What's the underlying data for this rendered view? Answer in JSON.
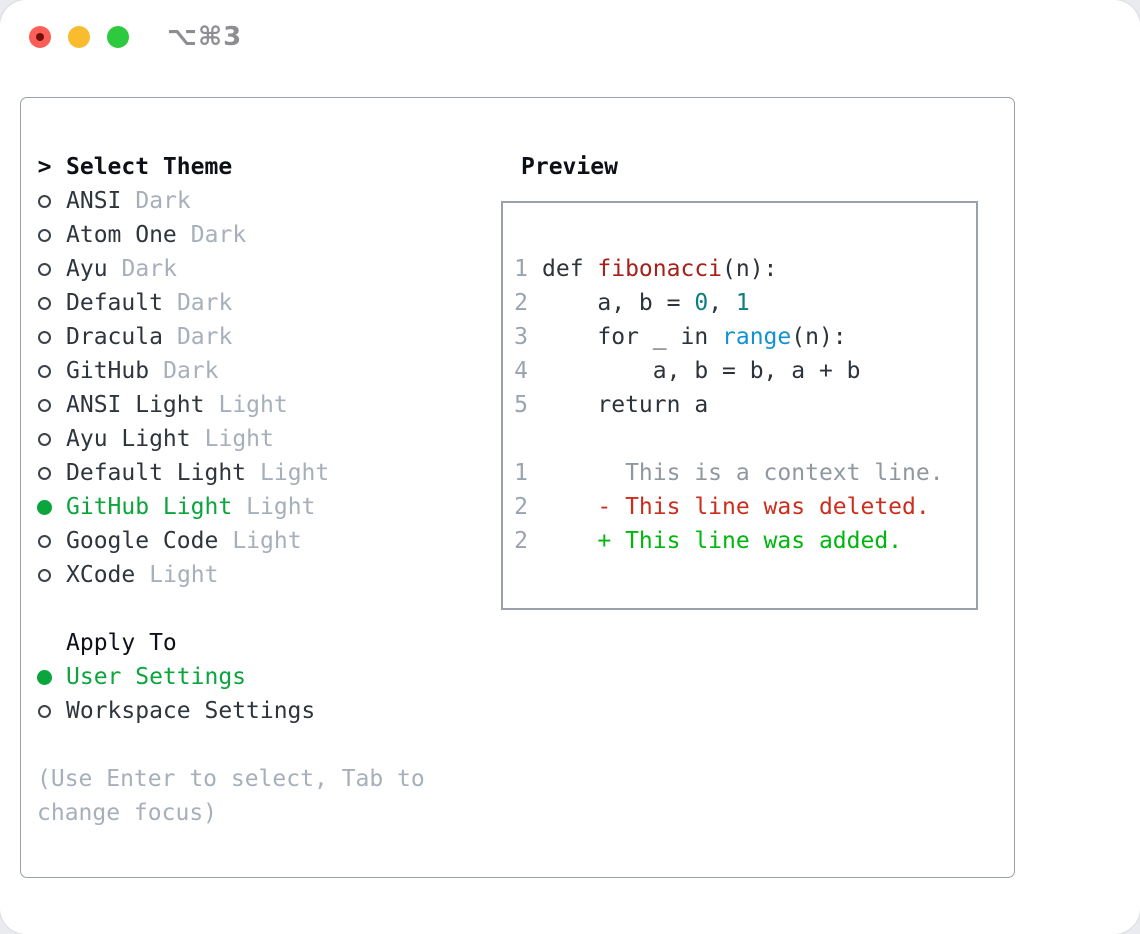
{
  "window": {
    "title_shortcut": "⌥⌘3"
  },
  "colors": {
    "fg": "#2d333a",
    "func": "#a62119",
    "num": "#0f7d80",
    "builtin": "#1392d3",
    "context": "#90989f",
    "deleted": "#cb2e1d",
    "added": "#00b70d",
    "selected_green": "#0aa53c",
    "tag_gray": "#a6afba",
    "line_number": "#9aa4ae"
  },
  "theme_picker": {
    "header": {
      "prefix": ">",
      "label": "Select Theme"
    },
    "items": [
      {
        "name": "ANSI",
        "tag": "Dark",
        "selected": false
      },
      {
        "name": "Atom One",
        "tag": "Dark",
        "selected": false
      },
      {
        "name": "Ayu",
        "tag": "Dark",
        "selected": false
      },
      {
        "name": "Default",
        "tag": "Dark",
        "selected": false
      },
      {
        "name": "Dracula",
        "tag": "Dark",
        "selected": false
      },
      {
        "name": "GitHub",
        "tag": "Dark",
        "selected": false
      },
      {
        "name": "ANSI Light",
        "tag": "Light",
        "selected": false
      },
      {
        "name": "Ayu Light",
        "tag": "Light",
        "selected": false
      },
      {
        "name": "Default Light",
        "tag": "Light",
        "selected": false
      },
      {
        "name": "GitHub Light",
        "tag": "Light",
        "selected": true
      },
      {
        "name": "Google Code",
        "tag": "Light",
        "selected": false
      },
      {
        "name": "XCode",
        "tag": "Light",
        "selected": false
      }
    ],
    "apply_to": {
      "label": "Apply To",
      "options": [
        {
          "name": "User Settings",
          "selected": true
        },
        {
          "name": "Workspace Settings",
          "selected": false
        }
      ]
    },
    "hint_lines": [
      "(Use Enter to select, Tab to",
      "change focus)"
    ]
  },
  "preview": {
    "label": "Preview",
    "code_lines": [
      {
        "num": "1",
        "segments": [
          {
            "text": "def ",
            "color": "fg"
          },
          {
            "text": "fibonacci",
            "color": "func"
          },
          {
            "text": "(n):",
            "color": "fg"
          }
        ]
      },
      {
        "num": "2",
        "segments": [
          {
            "text": "    a, b = ",
            "color": "fg"
          },
          {
            "text": "0",
            "color": "num"
          },
          {
            "text": ", ",
            "color": "fg"
          },
          {
            "text": "1",
            "color": "num"
          }
        ]
      },
      {
        "num": "3",
        "segments": [
          {
            "text": "    for _ in ",
            "color": "fg"
          },
          {
            "text": "range",
            "color": "builtin"
          },
          {
            "text": "(n):",
            "color": "fg"
          }
        ]
      },
      {
        "num": "4",
        "segments": [
          {
            "text": "        a, b = b, a + b",
            "color": "fg"
          }
        ]
      },
      {
        "num": "5",
        "segments": [
          {
            "text": "    return a",
            "color": "fg"
          }
        ]
      },
      {
        "num": "",
        "segments": []
      },
      {
        "num": "1",
        "segments": [
          {
            "text": "      This is a context line.",
            "color": "context"
          }
        ]
      },
      {
        "num": "2",
        "segments": [
          {
            "text": "    - This line was deleted.",
            "color": "deleted"
          }
        ]
      },
      {
        "num": "2",
        "segments": [
          {
            "text": "    + This line was added.",
            "color": "added"
          }
        ]
      }
    ]
  }
}
